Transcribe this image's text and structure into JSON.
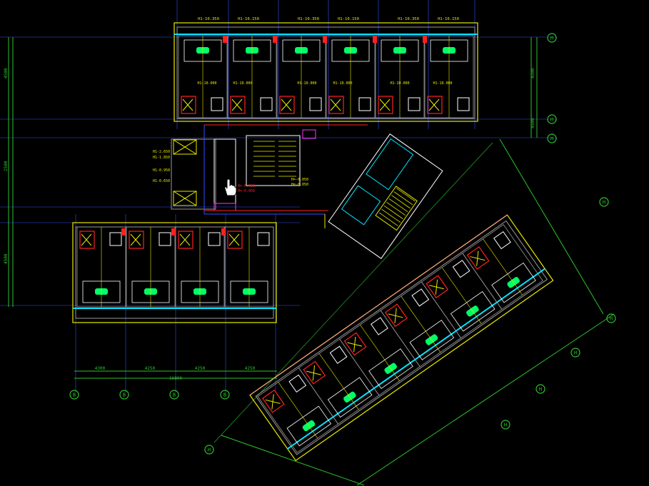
{
  "viewport": {
    "background": "#000000"
  },
  "colors": {
    "wall": "#ffffff",
    "gray_wall": "#9a9a9a",
    "yellow": "#e8e800",
    "cyan": "#00e5ff",
    "green": "#00ff66",
    "red": "#ff2020",
    "magenta": "#ff33ff",
    "blue_axis": "#3050ff",
    "dim_green": "#2ec22e",
    "dark_green": "#1e7a1e"
  },
  "axis_bubbles_right": [
    "H",
    "H",
    "H"
  ],
  "axis_bubbles_bottom": [
    "B",
    "B",
    "B",
    "B"
  ],
  "axis_bubbles_diagonal": [
    "H",
    "H",
    "H",
    "H",
    "H",
    "H"
  ],
  "dimensions_bottom": [
    "4300",
    "4250",
    "4250",
    "4250"
  ],
  "dimension_total_bottom": "16800",
  "dimensions_left": [
    "4500",
    "2500",
    "4500"
  ],
  "dimensions_right": [
    "4500",
    "4500"
  ],
  "labels": {
    "top_level_marks": [
      "H1-10.350",
      "H1-10.150",
      "H1-10.350",
      "H1-10.150",
      "H1-10.350",
      "H1-10.150"
    ],
    "mid_level_marks": [
      "H1-10.000",
      "H1-10.000",
      "H1-10.000",
      "H1-10.000",
      "H1-10.000",
      "H1-10.000"
    ],
    "center_notes": [
      "H=-0.050",
      "H=-0.050",
      "H=-0.050",
      "H=-0.050"
    ],
    "left_level_marks": [
      "H1-2.650",
      "H1-1.850",
      "H1-0.950",
      "H1-0.650"
    ]
  },
  "cursor": "hand-cursor-icon"
}
